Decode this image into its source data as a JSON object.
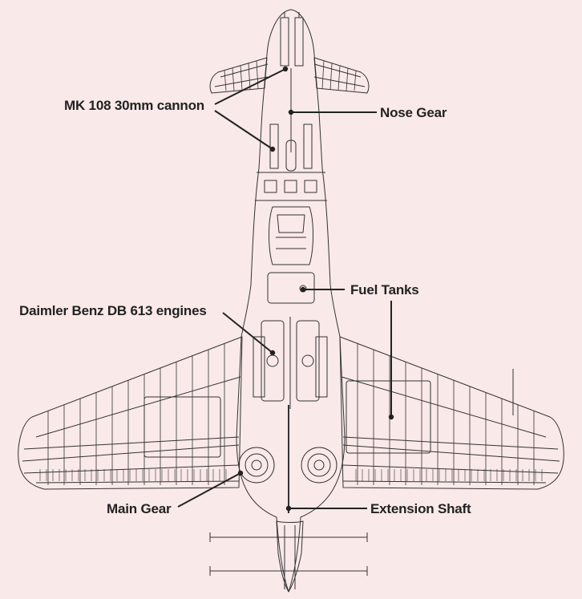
{
  "colors": {
    "background": "#FAE9E9",
    "line": "#333333",
    "label": "#222222"
  },
  "labels": {
    "cannon": "MK 108 30mm cannon",
    "nose_gear": "Nose Gear",
    "fuel_tanks": "Fuel Tanks",
    "engines": "Daimler Benz DB 613 engines",
    "main_gear": "Main Gear",
    "extension_shaft": "Extension Shaft"
  }
}
